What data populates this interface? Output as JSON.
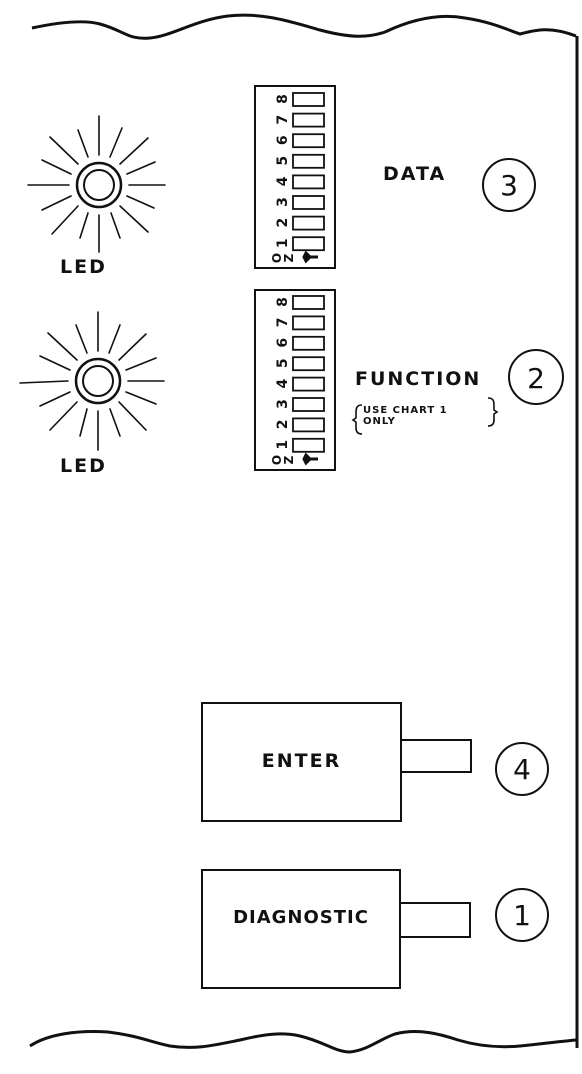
{
  "leds": [
    {
      "label": "LED"
    },
    {
      "label": "LED"
    }
  ],
  "dip_switches": [
    {
      "positions": [
        "1",
        "2",
        "3",
        "4",
        "5",
        "6",
        "7",
        "8"
      ],
      "off_label": "O",
      "on_label": "Z"
    },
    {
      "positions": [
        "1",
        "2",
        "3",
        "4",
        "5",
        "6",
        "7",
        "8"
      ],
      "off_label": "O",
      "on_label": "Z"
    }
  ],
  "labels": {
    "data": "DATA",
    "function": "FUNCTION",
    "note_line1": "USE CHART 1",
    "note_line2": "ONLY"
  },
  "callouts": {
    "data": "3",
    "function": "2",
    "enter": "4",
    "diagnostic": "1"
  },
  "buttons": {
    "enter": "ENTER",
    "diagnostic": "DIAGNOSTIC"
  }
}
